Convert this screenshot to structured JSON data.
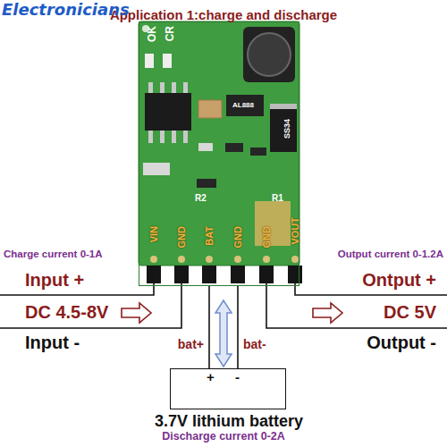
{
  "diagram": {
    "title": "Application 1:charge and discharge",
    "nodes": [
      {
        "text": [
          "OK",
          "CR",
          "AL888",
          "SS34",
          "R2",
          "R1",
          "VIN",
          "GND",
          "BAT",
          "GND",
          "GND",
          "VOUT"
        ]
      },
      {
        "text": [
          "+",
          "-",
          "3.7V lithium battery"
        ]
      }
    ],
    "edges": [
      {
        "from": 0,
        "to": 1,
        "arrow": "none",
        "label": "bat+"
      },
      {
        "from": 0,
        "to": 1,
        "arrow": "none",
        "label": "bat-"
      }
    ],
    "labels": [
      "Electronicians",
      "Charge current 0-1A",
      "Output current 0-1.2A",
      "Input +",
      "DC 4.5-8V",
      "Input -",
      "Ontput +",
      "DC 5V",
      "Output -",
      "Discharge current 0-2A"
    ]
  }
}
